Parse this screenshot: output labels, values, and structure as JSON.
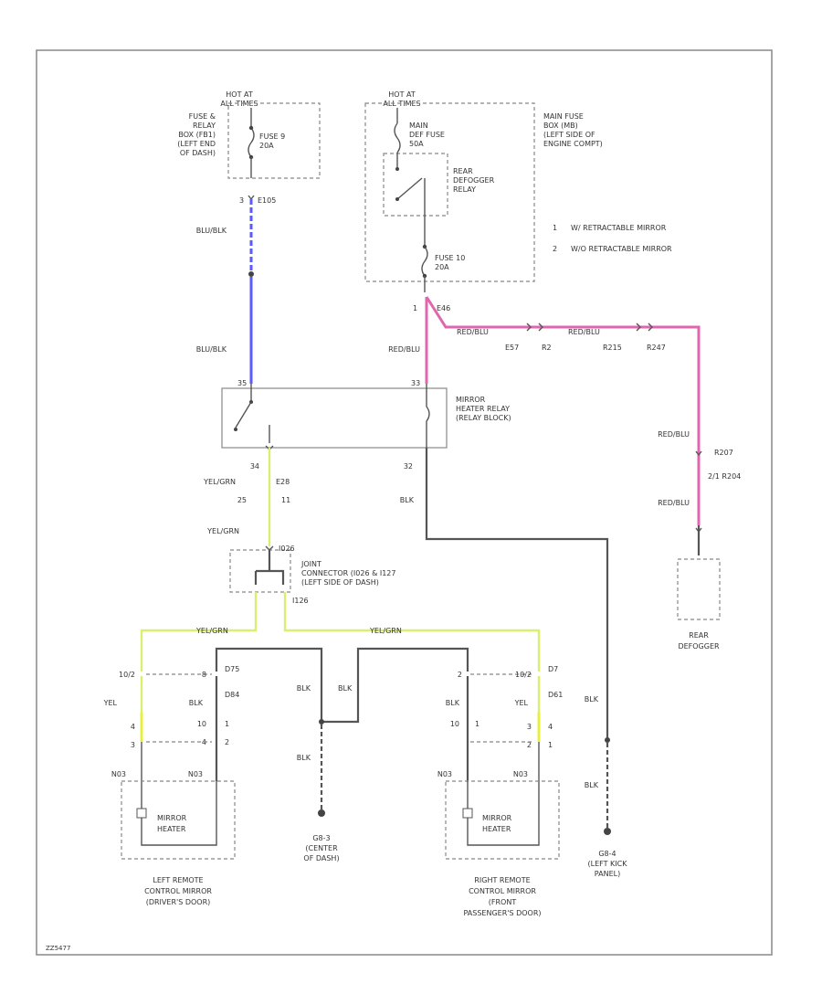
{
  "hot_left": [
    "HOT AT",
    "ALL TIMES"
  ],
  "fuse_box_left": [
    "FUSE &",
    "RELAY",
    "BOX (FB1)",
    "(LEFT END",
    "OF DASH)"
  ],
  "fuse9": [
    "FUSE 9",
    "20A"
  ],
  "pin_e105": "E105",
  "pin_3": "3",
  "blu_blk_1": "BLU/BLK",
  "blu_blk_2": "BLU/BLK",
  "hot_right": [
    "HOT AT",
    "ALL TIMES"
  ],
  "main_fuse": [
    "MAIN",
    "DEF FUSE",
    "50A"
  ],
  "main_fuse_box": [
    "MAIN FUSE",
    "BOX (MB)",
    "(LEFT SIDE OF",
    "ENGINE COMPT)"
  ],
  "rear_def_relay": [
    "REAR",
    "DEFOGGER",
    "RELAY"
  ],
  "fuse10": [
    "FUSE 10",
    "20A"
  ],
  "pin_1": "1",
  "pin_e46": "E46",
  "red_blu_labels": [
    "RED/BLU",
    "RED/BLU",
    "RED/BLU",
    "RED/BLU",
    "RED/BLU"
  ],
  "conn_labels": [
    "E57",
    "R2",
    "R215",
    "R247"
  ],
  "legend": [
    {
      "num": "1",
      "text": "W/ RETRACTABLE MIRROR"
    },
    {
      "num": "2",
      "text": "W/O RETRACTABLE MIRROR"
    }
  ],
  "mirror_relay": [
    "MIRROR",
    "HEATER RELAY",
    "(RELAY BLOCK)"
  ],
  "pin_34": "34",
  "pin_32": "32",
  "pin_35": "35",
  "pin_33": "33",
  "e28": "E28",
  "pin_25": "25",
  "pin_11": "11",
  "yel_grn": [
    "YEL/GRN",
    "YEL/GRN",
    "YEL/GRN",
    "YEL/GRN"
  ],
  "blk": [
    "BLK",
    "BLK",
    "BLK",
    "BLK",
    "BLK",
    "BLK",
    "BLK",
    "BLK"
  ],
  "i026": "I026",
  "joint_conn": [
    "JOINT",
    "CONNECTOR (I026 & I127",
    "(LEFT SIDE OF DASH)"
  ],
  "i126": "I126",
  "r207": "R207",
  "r204": "2/1 R204",
  "rear_defogger": [
    "REAR",
    "DEFOGGER"
  ],
  "d75": "D75",
  "d84": "D84",
  "d7": "D7",
  "d61": "D61",
  "yel": [
    "YEL",
    "YEL"
  ],
  "left_pins": [
    "10/2",
    "8",
    "4",
    "3",
    "10",
    "1",
    "4",
    "2"
  ],
  "right_pins": [
    "2",
    "10/2",
    "10",
    "1",
    "3",
    "4",
    "2",
    "1"
  ],
  "n": [
    "N03",
    "N03",
    "N03",
    "N03"
  ],
  "mirror_heater": [
    "MIRROR",
    "HEATER"
  ],
  "left_mirror": [
    "LEFT REMOTE",
    "CONTROL MIRROR",
    "(DRIVER'S DOOR)"
  ],
  "right_mirror": [
    "RIGHT REMOTE",
    "CONTROL MIRROR",
    "(FRONT",
    "PASSENGER'S DOOR)"
  ],
  "g03": [
    "G8-3",
    "(CENTER",
    "OF DASH)"
  ],
  "g04": [
    "G8-4",
    "(LEFT KICK",
    "PANEL)"
  ],
  "footer_code": "ZZ5477"
}
